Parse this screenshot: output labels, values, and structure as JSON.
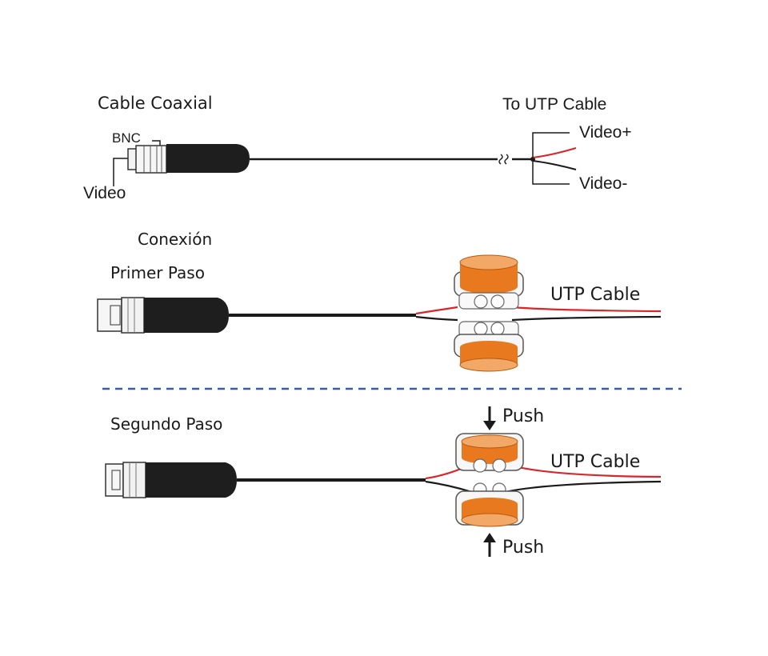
{
  "top": {
    "title": "Cable Coaxial",
    "connector": "BNC",
    "video": "Video",
    "destination": "To UTP Cable",
    "video_plus": "Video+",
    "video_minus": "Video-"
  },
  "step1": {
    "heading": "Conexión",
    "subheading": "Primer Paso",
    "cable_label": "UTP Cable"
  },
  "step2": {
    "heading": "Segundo Paso",
    "cable_label": "UTP Cable",
    "push_top": "Push",
    "push_bottom": "Push"
  },
  "colors": {
    "wire_red": "#d9262b",
    "connector_orange": "#e8791f",
    "divider_blue": "#3a5f9c",
    "cable_black": "#1a1a1a"
  }
}
